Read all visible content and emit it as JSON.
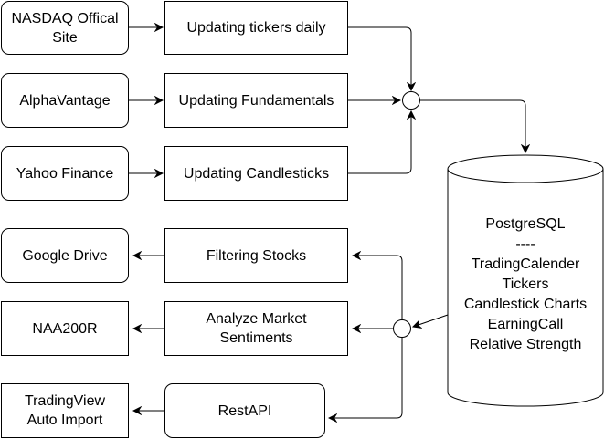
{
  "sources": {
    "nasdaq": "NASDAQ Offical\nSite",
    "alphavantage": "AlphaVantage",
    "yahoo": "Yahoo Finance"
  },
  "processes": {
    "tickers": "Updating tickers daily",
    "fundamentals": "Updating Fundamentals",
    "candlesticks": "Updating Candlesticks",
    "filtering": "Filtering Stocks",
    "sentiment": "Analyze Market\nSentiments",
    "restapi": "RestAPI"
  },
  "outputs": {
    "gdrive": "Google Drive",
    "naa200r": "NAA200R",
    "tradingview": "TradingView\nAuto Import"
  },
  "database": {
    "lines": [
      "PostgreSQL",
      "----",
      "TradingCalender",
      "Tickers",
      "Candlestick Charts",
      "EarningCall",
      "Relative Strength"
    ]
  }
}
